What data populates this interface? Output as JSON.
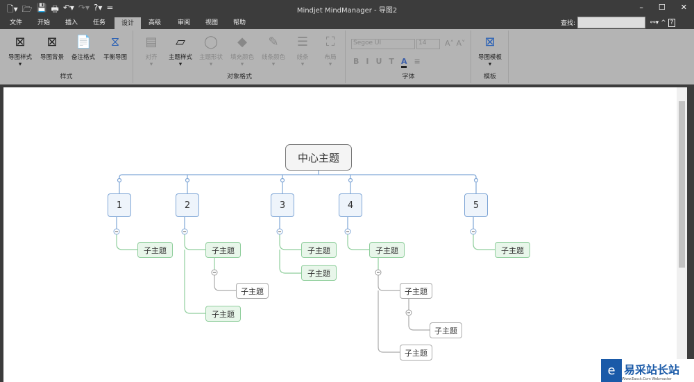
{
  "window": {
    "title": "Mindjet MindManager - 导图2",
    "minimize": "–",
    "maximize": "☐",
    "close": "✕"
  },
  "qat": [
    "🗋▾",
    "🗁",
    "💾",
    "🖶",
    "↶▾",
    "↷▾",
    "?▾",
    "="
  ],
  "tabs": [
    "文件",
    "开始",
    "插入",
    "任务",
    "设计",
    "高级",
    "审阅",
    "视图",
    "帮助"
  ],
  "active_tab": "设计",
  "search": {
    "label": "查找:",
    "value": ""
  },
  "ribbon": {
    "groups": [
      {
        "label": "样式",
        "buttons": [
          "导图样式",
          "导图背景",
          "备注格式",
          "平衡导图"
        ]
      },
      {
        "label": "对象格式",
        "buttons": [
          "对齐",
          "主题样式",
          "主题形状",
          "填充颜色",
          "线条颜色",
          "线条",
          "布局"
        ]
      },
      {
        "label": "字体",
        "font": "Segoe UI",
        "size": "14",
        "format": [
          "B",
          "I",
          "U",
          "T",
          "A",
          "≡"
        ]
      },
      {
        "label": "模板",
        "buttons": [
          "导图模板"
        ]
      }
    ]
  },
  "map": {
    "central": "中心主题",
    "main": [
      "1",
      "2",
      "3",
      "4",
      "5"
    ],
    "subtopic": "子主题"
  },
  "watermark": {
    "text": "易采站长站",
    "sub": "Www.Easck.Com Webmaster"
  }
}
